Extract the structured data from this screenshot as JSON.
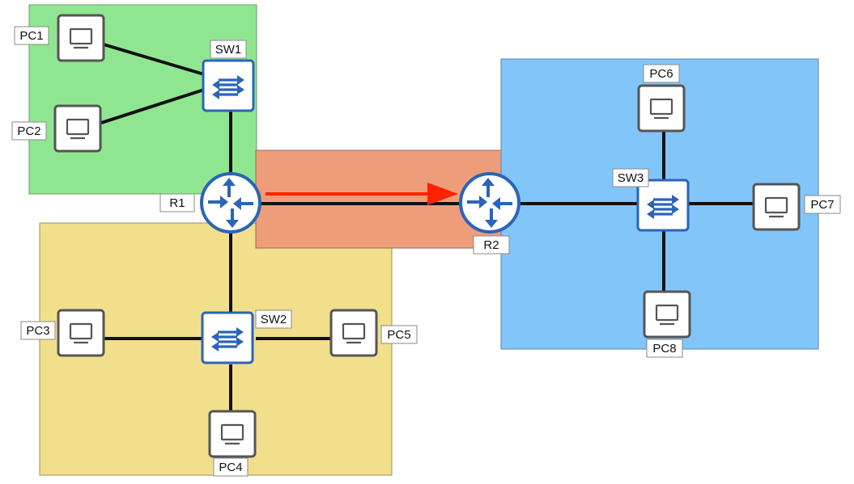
{
  "colors": {
    "zone_green": "#90e690",
    "zone_yellow": "#f2df8c",
    "zone_orange": "#ee9d7a",
    "zone_blue": "#82c5f9",
    "link": "#111111",
    "arrow": "#ff2200",
    "router": "#2b64b9",
    "switch": "#2b64b9",
    "pc_border": "#555555"
  },
  "devices": {
    "pc1": {
      "label": "PC1",
      "icon": "pc-icon"
    },
    "pc2": {
      "label": "PC2",
      "icon": "pc-icon"
    },
    "pc3": {
      "label": "PC3",
      "icon": "pc-icon"
    },
    "pc4": {
      "label": "PC4",
      "icon": "pc-icon"
    },
    "pc5": {
      "label": "PC5",
      "icon": "pc-icon"
    },
    "pc6": {
      "label": "PC6",
      "icon": "pc-icon"
    },
    "pc7": {
      "label": "PC7",
      "icon": "pc-icon"
    },
    "pc8": {
      "label": "PC8",
      "icon": "pc-icon"
    },
    "sw1": {
      "label": "SW1",
      "icon": "switch-icon"
    },
    "sw2": {
      "label": "SW2",
      "icon": "switch-icon"
    },
    "sw3": {
      "label": "SW3",
      "icon": "switch-icon"
    },
    "r1": {
      "label": "R1",
      "icon": "router-icon"
    },
    "r2": {
      "label": "R2",
      "icon": "router-icon"
    }
  }
}
